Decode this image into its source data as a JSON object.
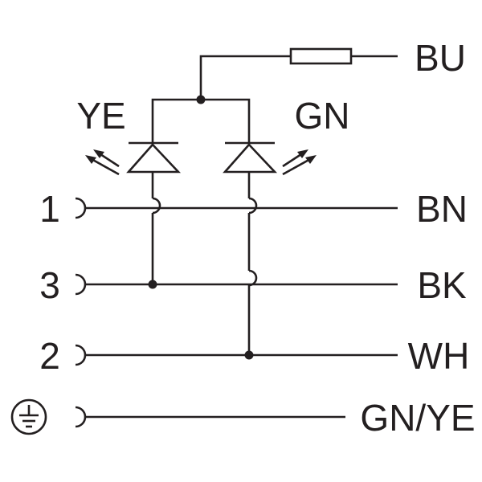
{
  "diagram": {
    "pins": [
      {
        "number": "1",
        "wire": "BN"
      },
      {
        "number": "3",
        "wire": "BK"
      },
      {
        "number": "2",
        "wire": "WH"
      },
      {
        "number": "",
        "wire": "GN/YE"
      }
    ],
    "supply_wire": "BU",
    "leds": [
      {
        "label": "YE"
      },
      {
        "label": "GN"
      }
    ],
    "ground_icon": "protective-earth-icon",
    "colors": {
      "line": "#231f20",
      "background": "#ffffff"
    }
  }
}
